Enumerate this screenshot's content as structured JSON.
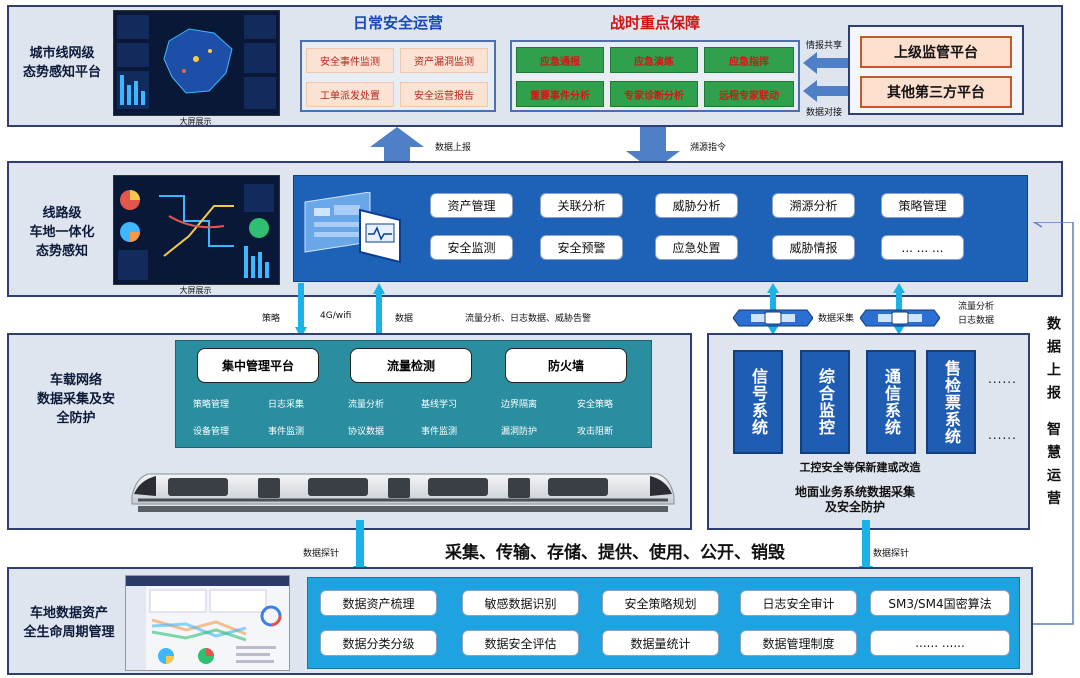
{
  "layer1": {
    "title": "城市线网级\n态势感知平台",
    "caption": "大屏展示",
    "daily": {
      "title": "日常安全运营",
      "items": [
        "安全事件监测",
        "资产漏洞监测",
        "工单派发处置",
        "安全运营报告"
      ]
    },
    "wartime": {
      "title": "战时重点保障",
      "items": [
        "应急通报",
        "应急演练",
        "应急指挥",
        "重要事件分析",
        "专家诊断分析",
        "远程专家联动"
      ]
    },
    "platforms": [
      "上级监管平台",
      "其他第三方平台"
    ],
    "arrow_labels": {
      "share": "情报共享",
      "dock": "数据对接"
    }
  },
  "between12": {
    "up": "数据上报",
    "down": "溯源指令"
  },
  "layer2": {
    "title": "线路级\n车地一体化\n态势感知",
    "caption": "大屏展示",
    "buttons": [
      "资产管理",
      "关联分析",
      "威胁分析",
      "溯源分析",
      "策略管理",
      "安全监测",
      "安全预警",
      "应急处置",
      "威胁情报",
      "... ... ..."
    ]
  },
  "between23": {
    "strategy": "策略",
    "net": "4G/wifi",
    "data": "数据",
    "flow": "流量分析、日志数据、威胁告警",
    "collect": "数据采集",
    "right_label": "流量分析\n日志数据"
  },
  "layer3": {
    "title": "车载网络\n数据采集及安\n全防护",
    "blocks": [
      {
        "title": "集中管理平台",
        "items": [
          "策略管理",
          "日志采集",
          "设备管理",
          "事件监测"
        ]
      },
      {
        "title": "流量检测",
        "items": [
          "流量分析",
          "基线学习",
          "协议数据",
          "事件监测"
        ]
      },
      {
        "title": "防火墙",
        "items": [
          "边界隔离",
          "安全策略",
          "漏洞防护",
          "攻击阻断"
        ]
      }
    ],
    "systems": [
      "信号系统",
      "综合监控",
      "通信系统",
      "售检票系统"
    ],
    "system_dots": [
      "......",
      "......"
    ],
    "sys_note": "工控安全等保新建或改造",
    "ground_title": "地面业务系统数据采集\n及安全防护"
  },
  "side_text": "数据上报 智慧运营",
  "between34": {
    "left": "数据探针",
    "right": "数据探针",
    "lifecycle": "采集、传输、存储、提供、使用、公开、销毁"
  },
  "layer4": {
    "title": "车地数据资产\n全生命周期管理",
    "buttons": [
      "数据资产梳理",
      "敏感数据识别",
      "安全策略规划",
      "日志安全审计",
      "SM3/SM4国密算法",
      "数据分类分级",
      "数据安全评估",
      "数据量统计",
      "数据管理制度",
      "...... ......"
    ]
  },
  "colors": {
    "layer_bg": "#dfe5ee",
    "layer_border": "#2f3f73",
    "blue_panel": "#1e62b8",
    "teal_panel": "#2a8ea0",
    "arrow": "#4f7fc7",
    "cyan": "#19b3e6"
  }
}
